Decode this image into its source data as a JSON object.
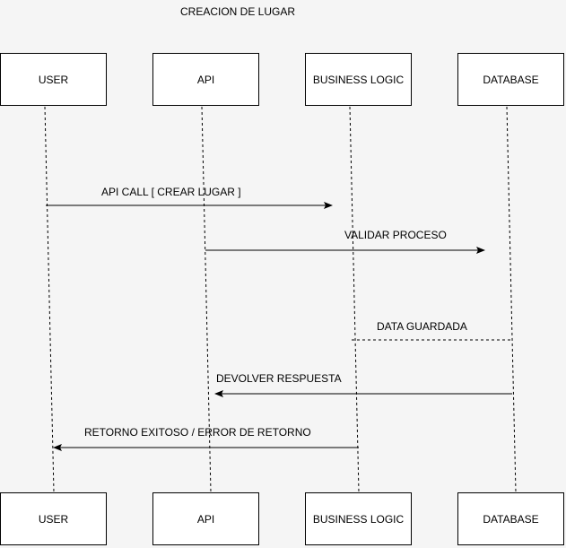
{
  "title": "CREACION DE LUGAR",
  "participants": [
    "USER",
    "API",
    "BUSINESS LOGIC",
    "DATABASE"
  ],
  "messages": [
    {
      "from": "USER",
      "to": "BUSINESS LOGIC",
      "label": "API CALL [ CREAR LUGAR ]",
      "style": "solid"
    },
    {
      "from": "API",
      "to": "DATABASE",
      "label": "VALIDAR PROCESO",
      "style": "solid"
    },
    {
      "from": "DATABASE",
      "to": "BUSINESS LOGIC",
      "label": "DATA GUARDADA",
      "style": "dashed"
    },
    {
      "from": "DATABASE",
      "to": "API",
      "label": "DEVOLVER RESPUESTA",
      "style": "solid"
    },
    {
      "from": "BUSINESS LOGIC",
      "to": "USER",
      "label": "RETORNO EXITOSO / ERROR DE RETORNO",
      "style": "solid"
    }
  ],
  "colors": {
    "background": "#f5f5f5",
    "box_fill": "#ffffff",
    "line": "#000000"
  }
}
